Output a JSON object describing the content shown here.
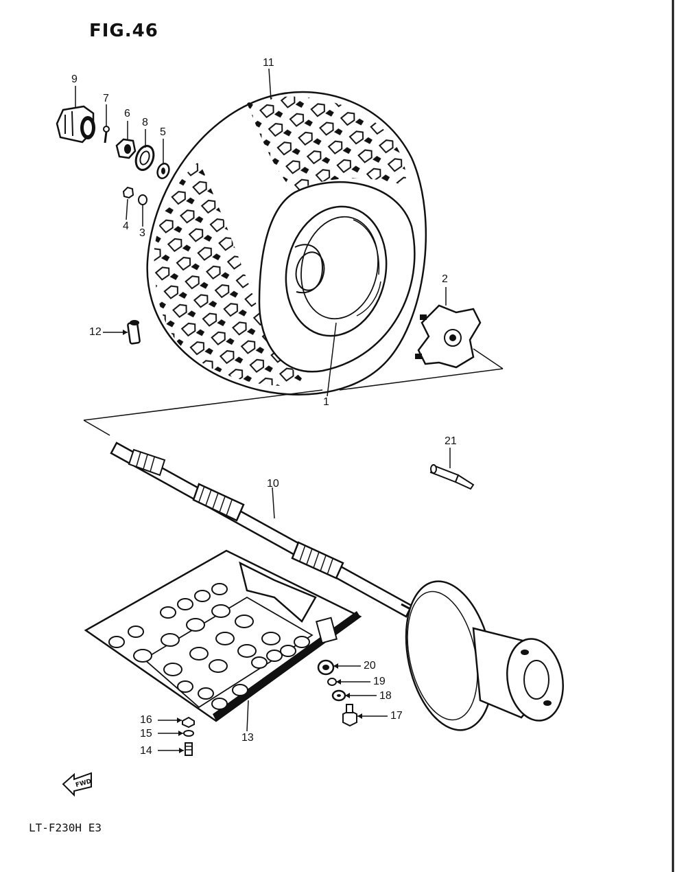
{
  "figure": {
    "title": "FIG.46",
    "model": "LT-F230H E3",
    "fwd_marker": "FWD"
  },
  "callouts": [
    {
      "id": "c1",
      "label": "1"
    },
    {
      "id": "c2",
      "label": "2"
    },
    {
      "id": "c3",
      "label": "3"
    },
    {
      "id": "c4",
      "label": "4"
    },
    {
      "id": "c5",
      "label": "5"
    },
    {
      "id": "c6",
      "label": "6"
    },
    {
      "id": "c7",
      "label": "7"
    },
    {
      "id": "c8",
      "label": "8"
    },
    {
      "id": "c9",
      "label": "9"
    },
    {
      "id": "c10",
      "label": "10"
    },
    {
      "id": "c11",
      "label": "11"
    },
    {
      "id": "c12",
      "label": "12"
    },
    {
      "id": "c13",
      "label": "13"
    },
    {
      "id": "c14",
      "label": "14"
    },
    {
      "id": "c15",
      "label": "15"
    },
    {
      "id": "c16",
      "label": "16"
    },
    {
      "id": "c17",
      "label": "17"
    },
    {
      "id": "c18",
      "label": "18"
    },
    {
      "id": "c19",
      "label": "19"
    },
    {
      "id": "c20",
      "label": "20"
    },
    {
      "id": "c21",
      "label": "21"
    }
  ]
}
